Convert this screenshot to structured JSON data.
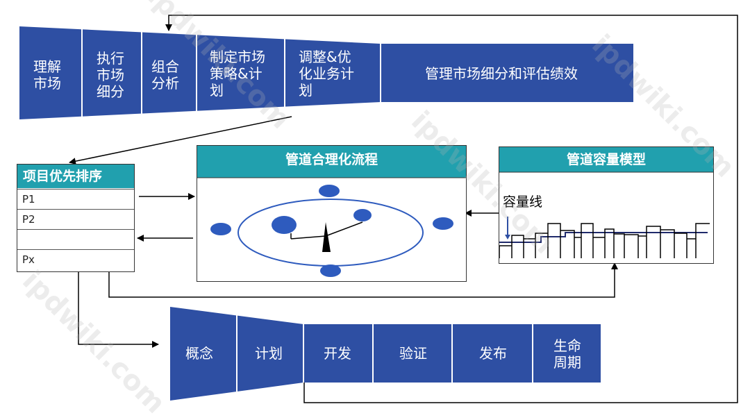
{
  "top_funnel": {
    "stages": [
      {
        "lines": [
          "理解",
          "市场"
        ]
      },
      {
        "lines": [
          "执行",
          "市场",
          "细分"
        ]
      },
      {
        "lines": [
          "组合",
          "分析"
        ]
      },
      {
        "lines": [
          "制定市场",
          "策略&计",
          "划"
        ]
      },
      {
        "lines": [
          "调整&优",
          "化业务计",
          "划"
        ]
      },
      {
        "lines": [
          "管理市场细分和评估绩效"
        ]
      }
    ]
  },
  "priority_list": {
    "title": "项目优先排序",
    "rows": [
      "P1",
      "P2",
      "",
      "Px"
    ]
  },
  "pipeline_panel": {
    "title": "管道合理化流程"
  },
  "capacity_panel": {
    "title": "管道容量模型",
    "capacity_label": "容量线"
  },
  "bottom_funnel": {
    "stages": [
      {
        "lines": [
          "概念"
        ]
      },
      {
        "lines": [
          "计划"
        ]
      },
      {
        "lines": [
          "开发"
        ]
      },
      {
        "lines": [
          "验证"
        ]
      },
      {
        "lines": [
          "发布"
        ]
      },
      {
        "lines": [
          "生命",
          "周期"
        ]
      }
    ]
  },
  "watermark": "ipdwiki.com",
  "colors": {
    "stage_blue": "#2E4FA3",
    "header_teal": "#21A0AE",
    "dot_blue": "#2E5BBE"
  }
}
